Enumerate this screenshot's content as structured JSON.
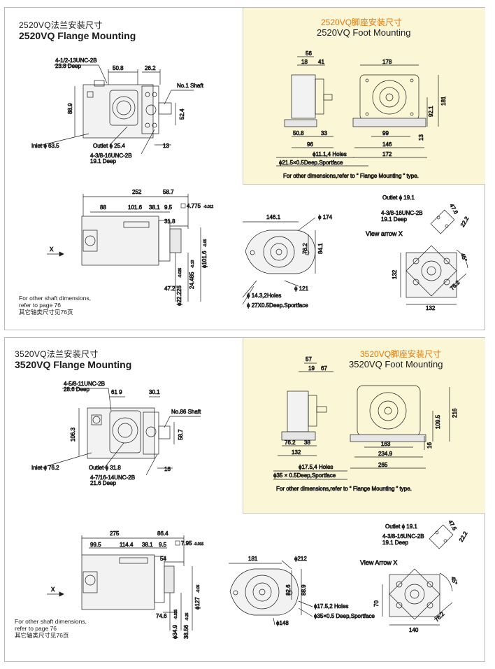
{
  "p1": {
    "flange_cn": "2520VQ法兰安装尺寸",
    "flange_en": "2520VQ Flange Mounting",
    "foot_cn": "2520VQ脚座安装尺寸",
    "foot_en": "2520VQ Foot Mounting",
    "fl_thread_a": "4-1/2-13UNC-2B",
    "fl_thread_a_deep": "23.8 Deep",
    "fl_d_50_8": "50.8",
    "fl_d_26_2": "26.2",
    "fl_shaft": "No.1 Shaft",
    "fl_d_88_9": "88.9",
    "fl_d_52_4": "52.4",
    "fl_inlet": "Inlet ϕ 63.5",
    "fl_outlet": "Outlet ϕ 25.4",
    "fl_d_13": "13",
    "fl_thread_b": "4-3/8-16UNC-2B",
    "fl_thread_b_deep": "19.1 Deep",
    "ft_d_56": "56",
    "ft_d_18": "18",
    "ft_d_41": "41",
    "ft_d_178": "178",
    "ft_d_181": "181",
    "ft_d_92_1": "92.1",
    "ft_d_50_8": "50.8",
    "ft_d_33": "33",
    "ft_d_99": "99",
    "ft_d_13": "13",
    "ft_d_96": "96",
    "ft_d_146": "146",
    "ft_d_172": "172",
    "ft_holes": "ϕ11.1,4 Holes",
    "ft_spot": "ϕ21.5×0.5Deep.Sportface",
    "ft_note": "For other  dimensions,refer to  “ Flange Mounting ” type.",
    "sd_d_252": "252",
    "sd_d_58_7": "58.7",
    "sd_d_88": "88",
    "sd_d_101_6": "101.6",
    "sd_d_38_1": "38.1",
    "sd_d_9_5": "9.5",
    "sd_key": "4.775",
    "sd_key_tol": "-0.012",
    "sd_d_31_8": "31.8",
    "sd_d_47_2": "47.2",
    "sd_shaft_d": "ϕ22.225",
    "sd_shaft_tol": "-0.025",
    "sd_d_24_485": "24.485",
    "sd_d_24_485_tol": "-0.13",
    "sd_pilot": "ϕ101.6",
    "sd_pilot_tol": "-0.05",
    "sd_x": "X",
    "sd_note_1": "For other shaft dimensions,",
    "sd_note_2": "refer to page 76",
    "sd_note_cn": "其它轴类尺寸见76页",
    "fr_d_146_1": "146.1",
    "fr_d_174": "ϕ 174",
    "fr_d_76_2": "76.2",
    "fr_d_84_1": "84.1",
    "fr_d_121": "ϕ 121",
    "fr_holes": "ϕ 14.3,2Holes",
    "fr_spot": "ϕ 27X0.5Deep.Sportface",
    "vx_outlet": "Outlet ϕ 19.1",
    "vx_d_47_6": "47.6",
    "vx_d_22_2": "22.2",
    "vx_thread": "4-3/8-16UNC-2B",
    "vx_deep": "19.1 Deep",
    "vx_view": "View arrow X",
    "vx_d_45": "45°",
    "vx_d_132_v": "132",
    "vx_d_76_2": "76.2",
    "vx_d_132_h": "132"
  },
  "p2": {
    "flange_cn": "3520VQ法兰安装尺寸",
    "flange_en": "3520VQ Flange Mounting",
    "foot_cn": "3520VQ脚座安装尺寸",
    "foot_en": "3520VQ Foot Mounting",
    "fl_thread_a": "4-5/8-11UNC-2B",
    "fl_thread_a_deep": "28.6 Deep",
    "fl_d_61_9": "61 9",
    "fl_d_30_1": "30.1",
    "fl_shaft": "No.86 Shaft",
    "fl_d_106_3": "106.3",
    "fl_d_58_7": "58.7",
    "fl_inlet": "Inlet ϕ 76.2",
    "fl_outlet": "Outlet ϕ 31.8",
    "fl_d_16": "16",
    "fl_thread_b": "4-7/16-14UNC-2B",
    "fl_thread_b_deep": "21.6 Deep",
    "ft_d_57": "57",
    "ft_d_19": "19",
    "ft_d_67": "67",
    "ft_d_216": "216",
    "ft_d_109_5": "109.5",
    "ft_d_16": "16",
    "ft_d_76_2": "76.2",
    "ft_d_38": "38",
    "ft_d_163": "163",
    "ft_d_132": "132",
    "ft_d_234_9": "234.9",
    "ft_d_265": "265",
    "ft_holes": "ϕ17.5,4 Holes",
    "ft_spot": "ϕ35 × 0.5Deep,Sportface",
    "ft_note": "For other  dimensions,refer to  “ Flange Mounting  ” type.",
    "sd_d_275": "275",
    "sd_d_86_4": "86.4",
    "sd_d_99_5": "99.5",
    "sd_d_114_4": "114.4",
    "sd_d_38_1": "38.1",
    "sd_d_9_5": "9.5",
    "sd_key": "7.95",
    "sd_key_tol": "-0.015",
    "sd_d_54": "54",
    "sd_d_74_6": "74.6",
    "sd_shaft_d": "ϕ34.9",
    "sd_shaft_tol": "-0.025",
    "sd_d_38_56": "38.56",
    "sd_d_38_56_tol": "-0.25",
    "sd_pilot": "ϕ127",
    "sd_pilot_tol": "-0.05",
    "sd_x": "X",
    "sd_note_1": "For other shaft dimensions,",
    "sd_note_2": "refer to page 76",
    "sd_note_cn": "其它轴类尺寸见76页",
    "fr_d_181": "181",
    "fr_d_212": "ϕ212",
    "fr_d_82_6": "82.6",
    "fr_d_88_9": "88.9",
    "fr_holes": "ϕ17.5,2 Holes",
    "fr_spot": "ϕ35×0.5 Deep,Sportface",
    "fr_d_148": "ϕ148",
    "vx_outlet": "Outlet ϕ 19.1",
    "vx_d_47_6": "47.6",
    "vx_d_22_2": "22.2",
    "vx_thread": "4-3/8-16UNC-2B",
    "vx_deep": "19.1 Deep",
    "vx_view": "View Arrow X",
    "vx_d_45": "45°",
    "vx_d_70": "70",
    "vx_d_76_2": "76.2",
    "vx_d_140": "140"
  }
}
